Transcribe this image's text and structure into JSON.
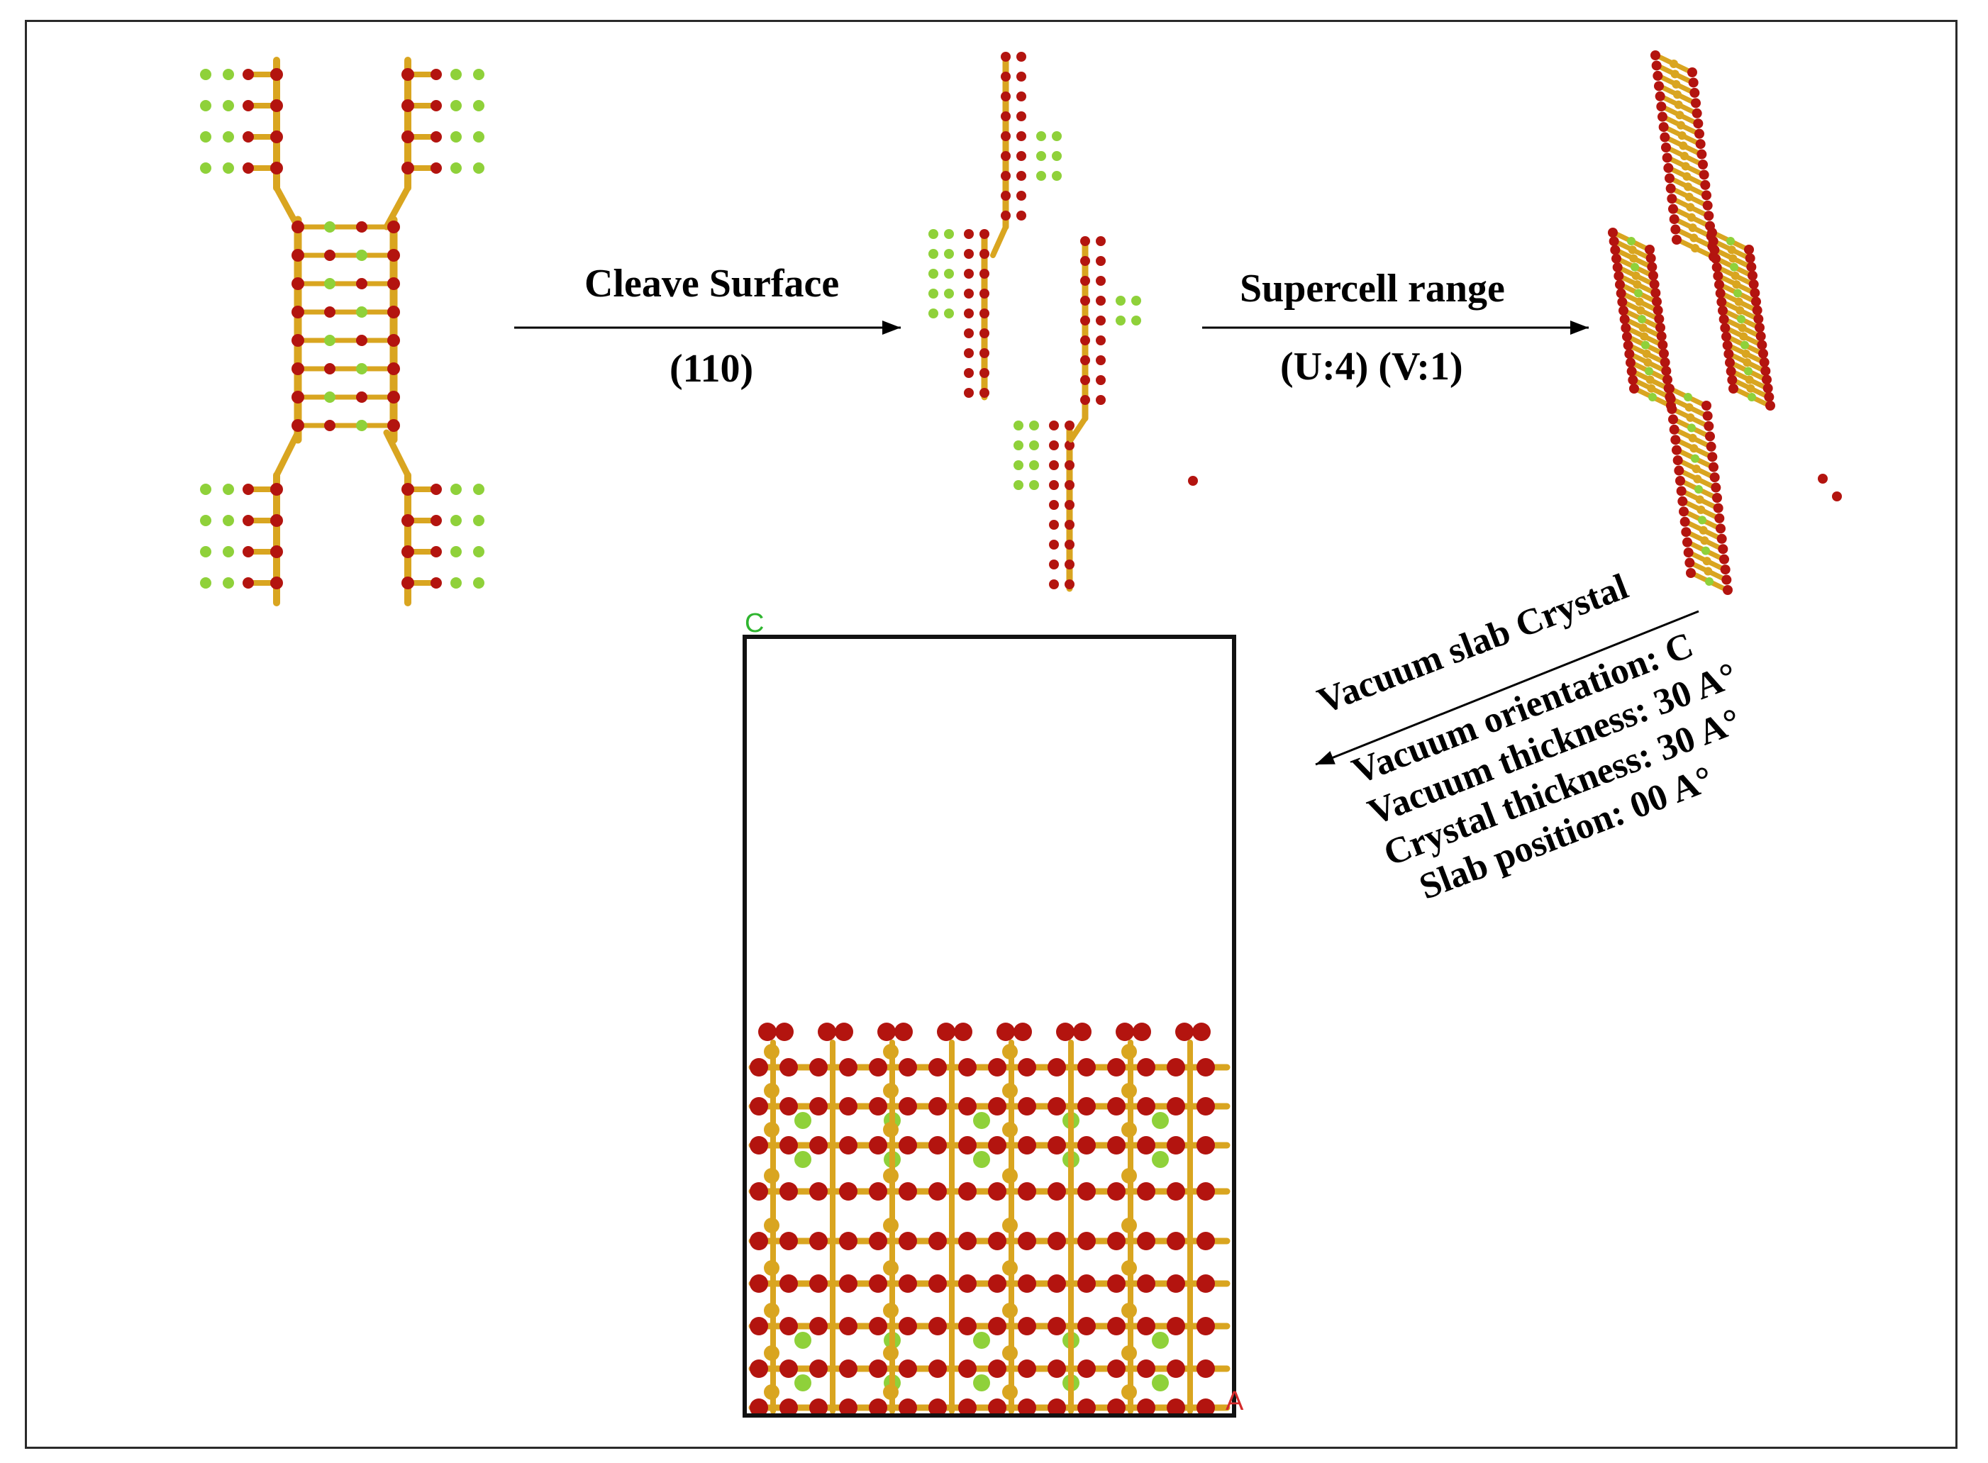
{
  "steps": {
    "cleave": {
      "title": "Cleave Surface",
      "sub": "(110)"
    },
    "supercell": {
      "title": "Supercell range",
      "sub": "(U:4) (V:1)"
    },
    "vacuum": {
      "title": "Vacuum slab Crystal",
      "orientation": "Vacuum orientation: C",
      "vacuum_thickness": "Vacuum thickness: 30 A°",
      "crystal_thickness": "Crystal thickness: 30 A°",
      "slab_position": "Slab position: 00 A°"
    }
  },
  "axes": {
    "c": "C",
    "a": "A"
  },
  "colors": {
    "oxygen": "#b3140f",
    "silicon": "#e8b83c",
    "magnesium": "#8fd13a",
    "bond": "#d9a520",
    "cell": "#111111"
  }
}
